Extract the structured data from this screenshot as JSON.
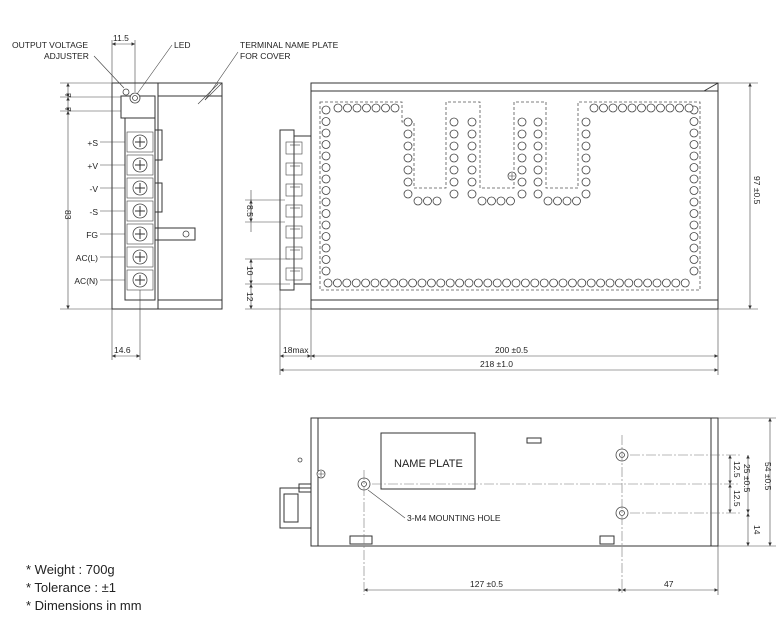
{
  "labels": {
    "output_voltage_line1": "OUTPUT VOLTAGE",
    "output_voltage_line2": "ADJUSTER",
    "led": "LED",
    "terminal_plate_line1": "TERMINAL NAME PLATE",
    "terminal_plate_line2": "FOR COVER",
    "name_plate": "NAME PLATE",
    "mounting_hole": "3-M4 MOUNTING HOLE"
  },
  "terminals": [
    "+S",
    "+V",
    "-V",
    "-S",
    "FG",
    "AC(L)",
    "AC(N)"
  ],
  "dimensions": {
    "top_width": "11.5",
    "left_7a": "7",
    "left_7b": "7",
    "left_83": "83",
    "bottom_14_6": "14.6",
    "pitch_8_5": "8.5",
    "gap_10": "10",
    "gap_12": "12",
    "right_97": "97 ±0.5",
    "max_18": "18max",
    "len_200": "200 ±0.5",
    "len_218": "218 ±1.0",
    "h_54": "54 ±0.5",
    "h_25": "25 ±0.5",
    "h_12_5a": "12.5",
    "h_12_5b": "12.5",
    "h_14": "14",
    "len_127": "127 ±0.5",
    "len_47": "47"
  },
  "notes": [
    "* Weight : 700g",
    "* Tolerance : ±1",
    "* Dimensions in mm"
  ]
}
